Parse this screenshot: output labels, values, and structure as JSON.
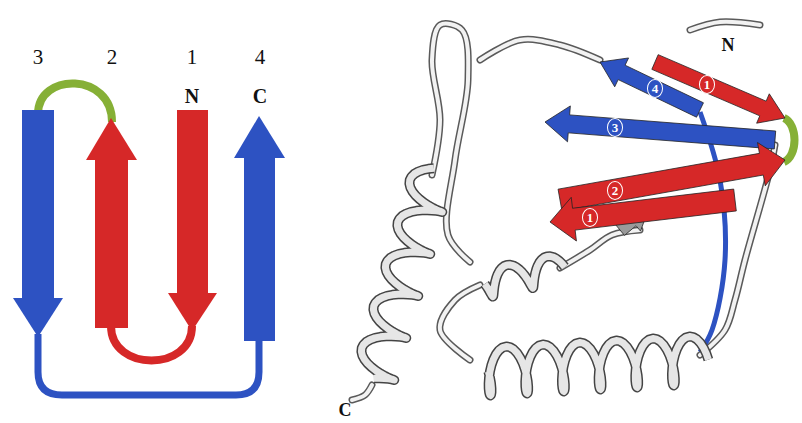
{
  "diagram": {
    "labels": [
      "3",
      "2",
      "1",
      "4",
      "N",
      "C",
      "N",
      "4",
      "1",
      "3",
      "2",
      "1",
      "C"
    ]
  }
}
